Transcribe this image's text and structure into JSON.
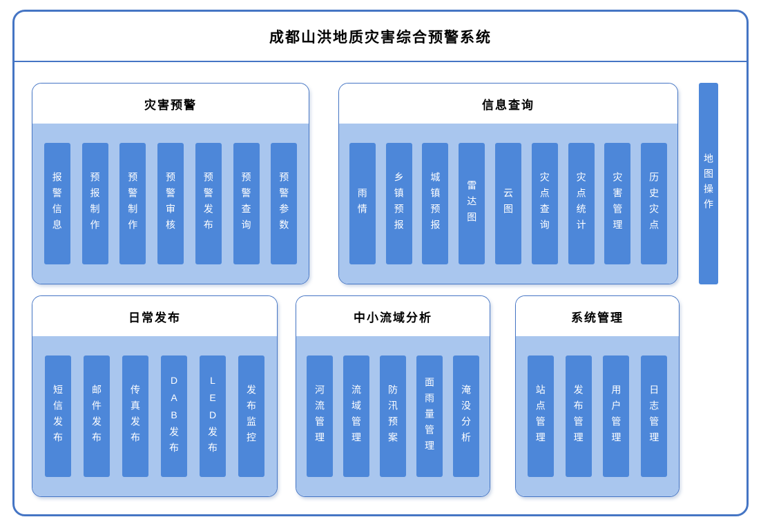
{
  "title": "成都山洪地质灾害综合预警系统",
  "map_bar": {
    "label": "地图操作"
  },
  "modules": [
    {
      "title": "灾害预警",
      "items": [
        "报警信息",
        "预报制作",
        "预警制作",
        "预警审核",
        "预警发布",
        "预警查询",
        "预警参数"
      ]
    },
    {
      "title": "信息查询",
      "items": [
        "雨情",
        "乡镇预报",
        "城镇预报",
        "雷达图",
        "云图",
        "灾点查询",
        "灾点统计",
        "灾害管理",
        "历史灾点"
      ]
    },
    {
      "title": "日常发布",
      "items": [
        "短信发布",
        "邮件发布",
        "传真发布",
        "DAB发布",
        "LED发布",
        "发布监控"
      ]
    },
    {
      "title": "中小流域分析",
      "items": [
        "河流管理",
        "流域管理",
        "防汛预案",
        "面雨量管理",
        "淹没分析"
      ]
    },
    {
      "title": "系统管理",
      "items": [
        "站点管理",
        "发布管理",
        "用户管理",
        "日志管理"
      ]
    }
  ],
  "colors": {
    "frame_border": "#4575C4",
    "module_body_fill": "#A9C6EE",
    "item_fill": "#4D87D9",
    "item_text": "#FFFFFF",
    "title_text": "#000000"
  }
}
